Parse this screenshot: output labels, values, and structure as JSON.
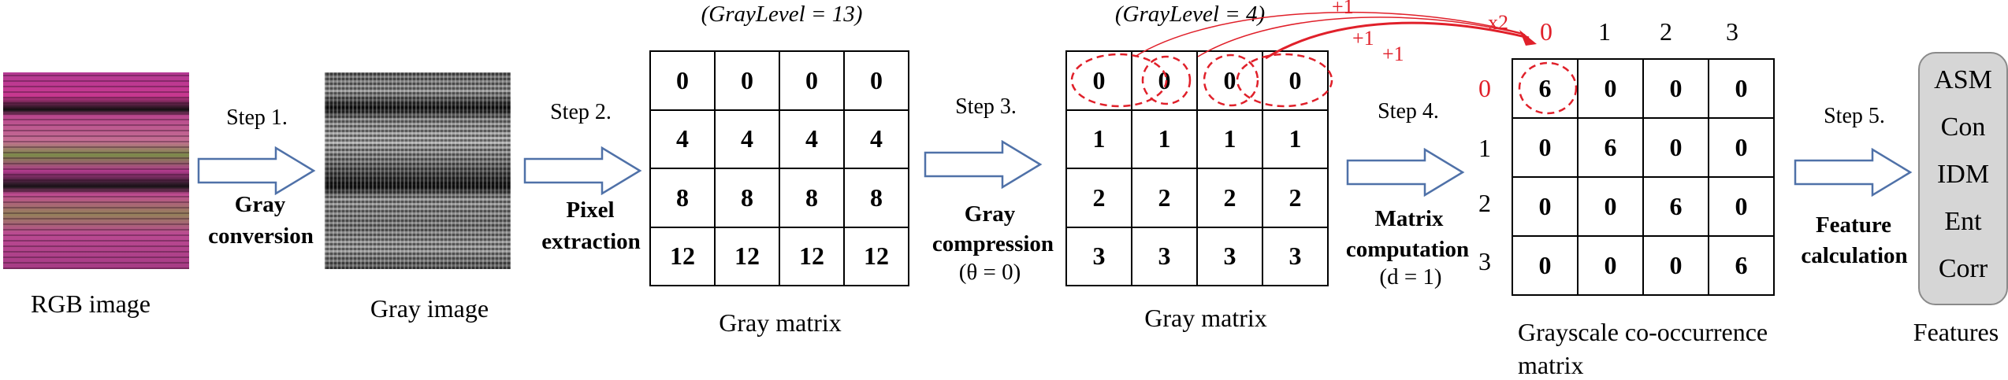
{
  "images": {
    "rgb_label": "RGB image",
    "gray_label": "Gray image"
  },
  "steps": [
    {
      "label": "Step 1.",
      "desc": [
        "Gray",
        "conversion"
      ]
    },
    {
      "label": "Step 2.",
      "desc": [
        "Pixel",
        "extraction"
      ]
    },
    {
      "label": "Step 3.",
      "desc": [
        "Gray",
        "compression"
      ],
      "param": "(θ = 0)"
    },
    {
      "label": "Step 4.",
      "desc": [
        "Matrix",
        "computation"
      ],
      "param": "(d = 1)"
    },
    {
      "label": "Step 5.",
      "desc": [
        "Feature",
        "calculation"
      ]
    }
  ],
  "matrix1": {
    "graylevel": "(GrayLevel = 13)",
    "rows": [
      [
        "0",
        "0",
        "0",
        "0"
      ],
      [
        "4",
        "4",
        "4",
        "4"
      ],
      [
        "8",
        "8",
        "8",
        "8"
      ],
      [
        "12",
        "12",
        "12",
        "12"
      ]
    ],
    "caption": "Gray matrix"
  },
  "matrix2": {
    "graylevel": "(GrayLevel = 4)",
    "rows": [
      [
        "0",
        "0",
        "0",
        "0"
      ],
      [
        "1",
        "1",
        "1",
        "1"
      ],
      [
        "2",
        "2",
        "2",
        "2"
      ],
      [
        "3",
        "3",
        "3",
        "3"
      ]
    ],
    "caption": "Gray matrix"
  },
  "glcm": {
    "col_headers": [
      "0",
      "1",
      "2",
      "3"
    ],
    "row_headers": [
      "0",
      "1",
      "2",
      "3"
    ],
    "rows": [
      [
        "6",
        "0",
        "0",
        "0"
      ],
      [
        "0",
        "6",
        "0",
        "0"
      ],
      [
        "0",
        "0",
        "6",
        "0"
      ],
      [
        "0",
        "0",
        "0",
        "6"
      ]
    ],
    "caption_line1": "Grayscale co-occurrence",
    "caption_line2": "matrix"
  },
  "annotations": {
    "plus1_a": "+1",
    "plus1_b": "+1",
    "plus1_c": "+1",
    "x2": "x2"
  },
  "features": {
    "items": [
      "ASM",
      "Con",
      "IDM",
      "Ent",
      "Corr"
    ],
    "caption": "Features"
  },
  "colors": {
    "annotation_red": "#e0202a",
    "arrow_fill": "#ffffff",
    "arrow_stroke": "#4f71a8"
  }
}
